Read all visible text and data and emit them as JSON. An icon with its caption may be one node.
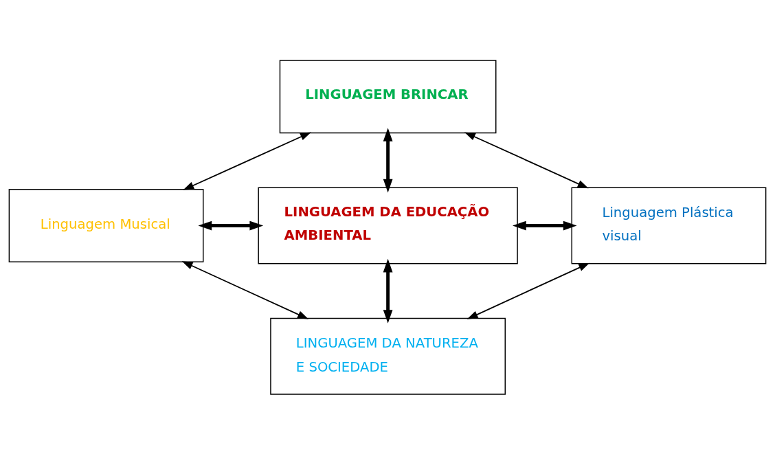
{
  "diagram": {
    "nodes": [
      {
        "text": [
          "LINGUAGEM BRINCAR"
        ]
      },
      {
        "text": [
          "Linguagem Musical"
        ]
      },
      {
        "text": [
          "LINGUAGEM DA EDUCAÇÃO AMBIENTAL"
        ]
      },
      {
        "text": [
          "Linguagem Plástica visual"
        ]
      },
      {
        "text": [
          "LINGUAGEM DA NATUREZA E SOCIEDADE"
        ]
      }
    ],
    "edges": [
      {
        "from": 1,
        "to": 0,
        "arrow": "both"
      },
      {
        "from": 0,
        "to": 3,
        "arrow": "both"
      },
      {
        "from": 0,
        "to": 2,
        "arrow": "both",
        "style": "thick"
      },
      {
        "from": 1,
        "to": 2,
        "arrow": "both",
        "style": "thick"
      },
      {
        "from": 2,
        "to": 3,
        "arrow": "both",
        "style": "thick"
      },
      {
        "from": 2,
        "to": 4,
        "arrow": "both",
        "style": "thick"
      },
      {
        "from": 1,
        "to": 4,
        "arrow": "both"
      },
      {
        "from": 3,
        "to": 4,
        "arrow": "both"
      }
    ]
  }
}
